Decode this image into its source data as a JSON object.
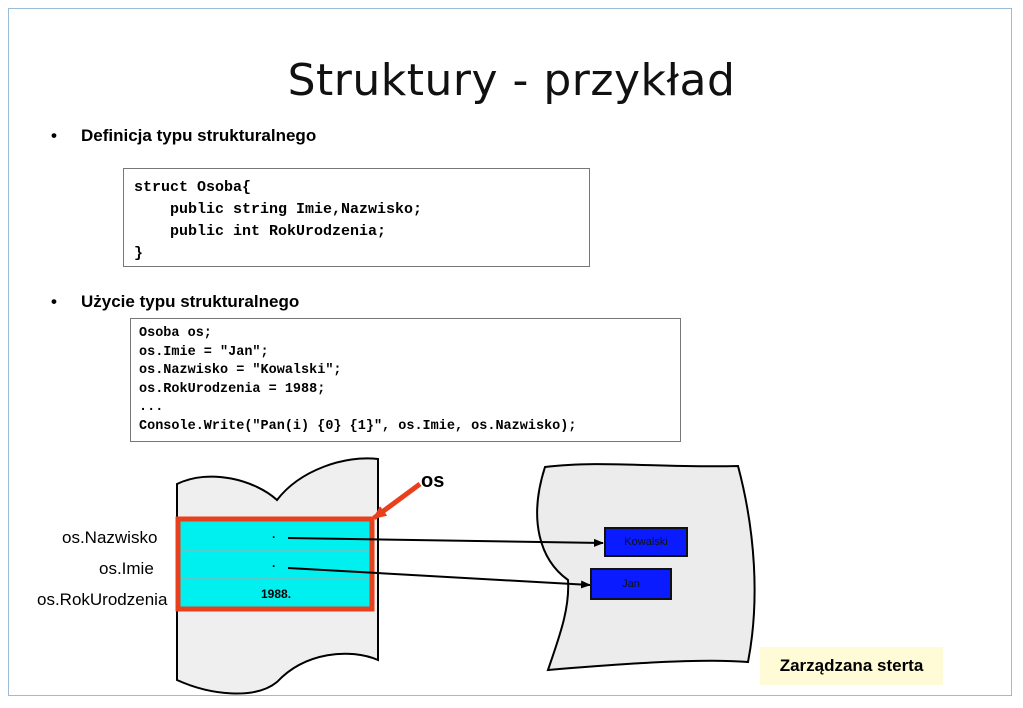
{
  "title": "Struktury - przykład",
  "bullets": [
    {
      "text": "Definicja typu strukturalnego"
    },
    {
      "text": "Użycie typu strukturalnego"
    }
  ],
  "bullet_symbol": "•",
  "code_definition": [
    "struct Osoba{",
    "    public string Imie,Nazwisko;",
    "    public int RokUrodzenia;",
    "}"
  ],
  "code_usage": [
    "Osoba os;",
    "os.Imie = \"Jan\";",
    "os.Nazwisko = \"Kowalski\";",
    "os.RokUrodzenia = 1988;",
    "...",
    "Console.Write(\"Pan(i) {0} {1}\", os.Imie, os.Nazwisko);"
  ],
  "diagram": {
    "var_label": "os",
    "field_labels": [
      "os.Nazwisko",
      "os.Imie",
      "os.RokUrodzenia"
    ],
    "cells": [
      ".",
      ".",
      "1988."
    ],
    "heap_items": [
      "Kowalski",
      "Jan"
    ],
    "heap_label": "Zarządzana sterta",
    "colors": {
      "cell_fill": "#00f0f0",
      "highlight": "#e8401c",
      "heap_item_fill": "#0a1cff",
      "heap_fill": "#ececec",
      "label_bg": "#fffbd6"
    }
  }
}
